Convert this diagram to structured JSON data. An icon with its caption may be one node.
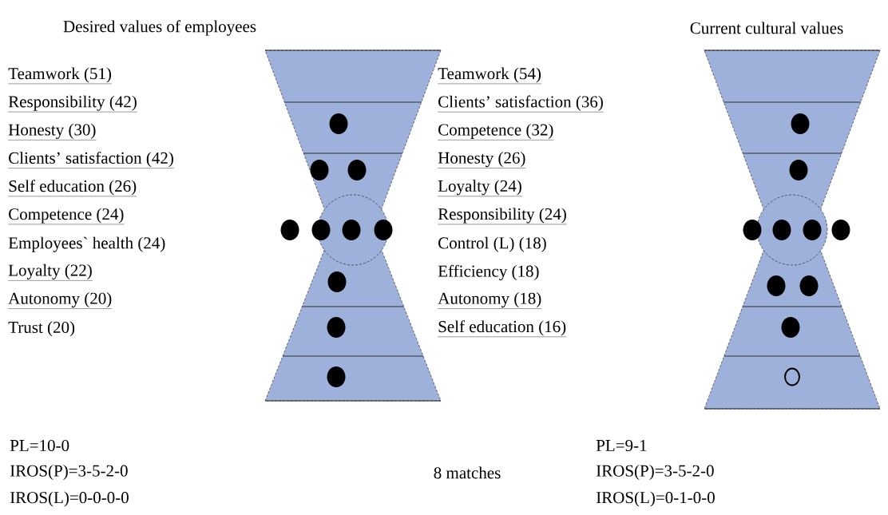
{
  "diagram": {
    "labels": [
      "Desired values of employees",
      "Current cultural values",
      "Teamwork (51)",
      "Responsibility (42)",
      "Honesty (30)",
      "Clients’ satisfaction (42)",
      "Self education (26)",
      "Competence (24)",
      "Employees` health (24)",
      "Loyalty (22)",
      "Autonomy (20)",
      "Trust (20)",
      "Teamwork (54)",
      "Clients’ satisfaction (36)",
      "Competence (32)",
      "Honesty (26)",
      "Loyalty (24)",
      "Responsibility (24)",
      "Control (L) (18)",
      "Efficiency (18)",
      "Autonomy (18)",
      "Self education (16)",
      "PL=10-0",
      "IROS(P)=3-5-2-0",
      "IROS(L)=0-0-0-0",
      "8 matches",
      "PL=9-1",
      "IROS(P)=3-5-2-0",
      "IROS(L)=0-1-0-0"
    ]
  }
}
